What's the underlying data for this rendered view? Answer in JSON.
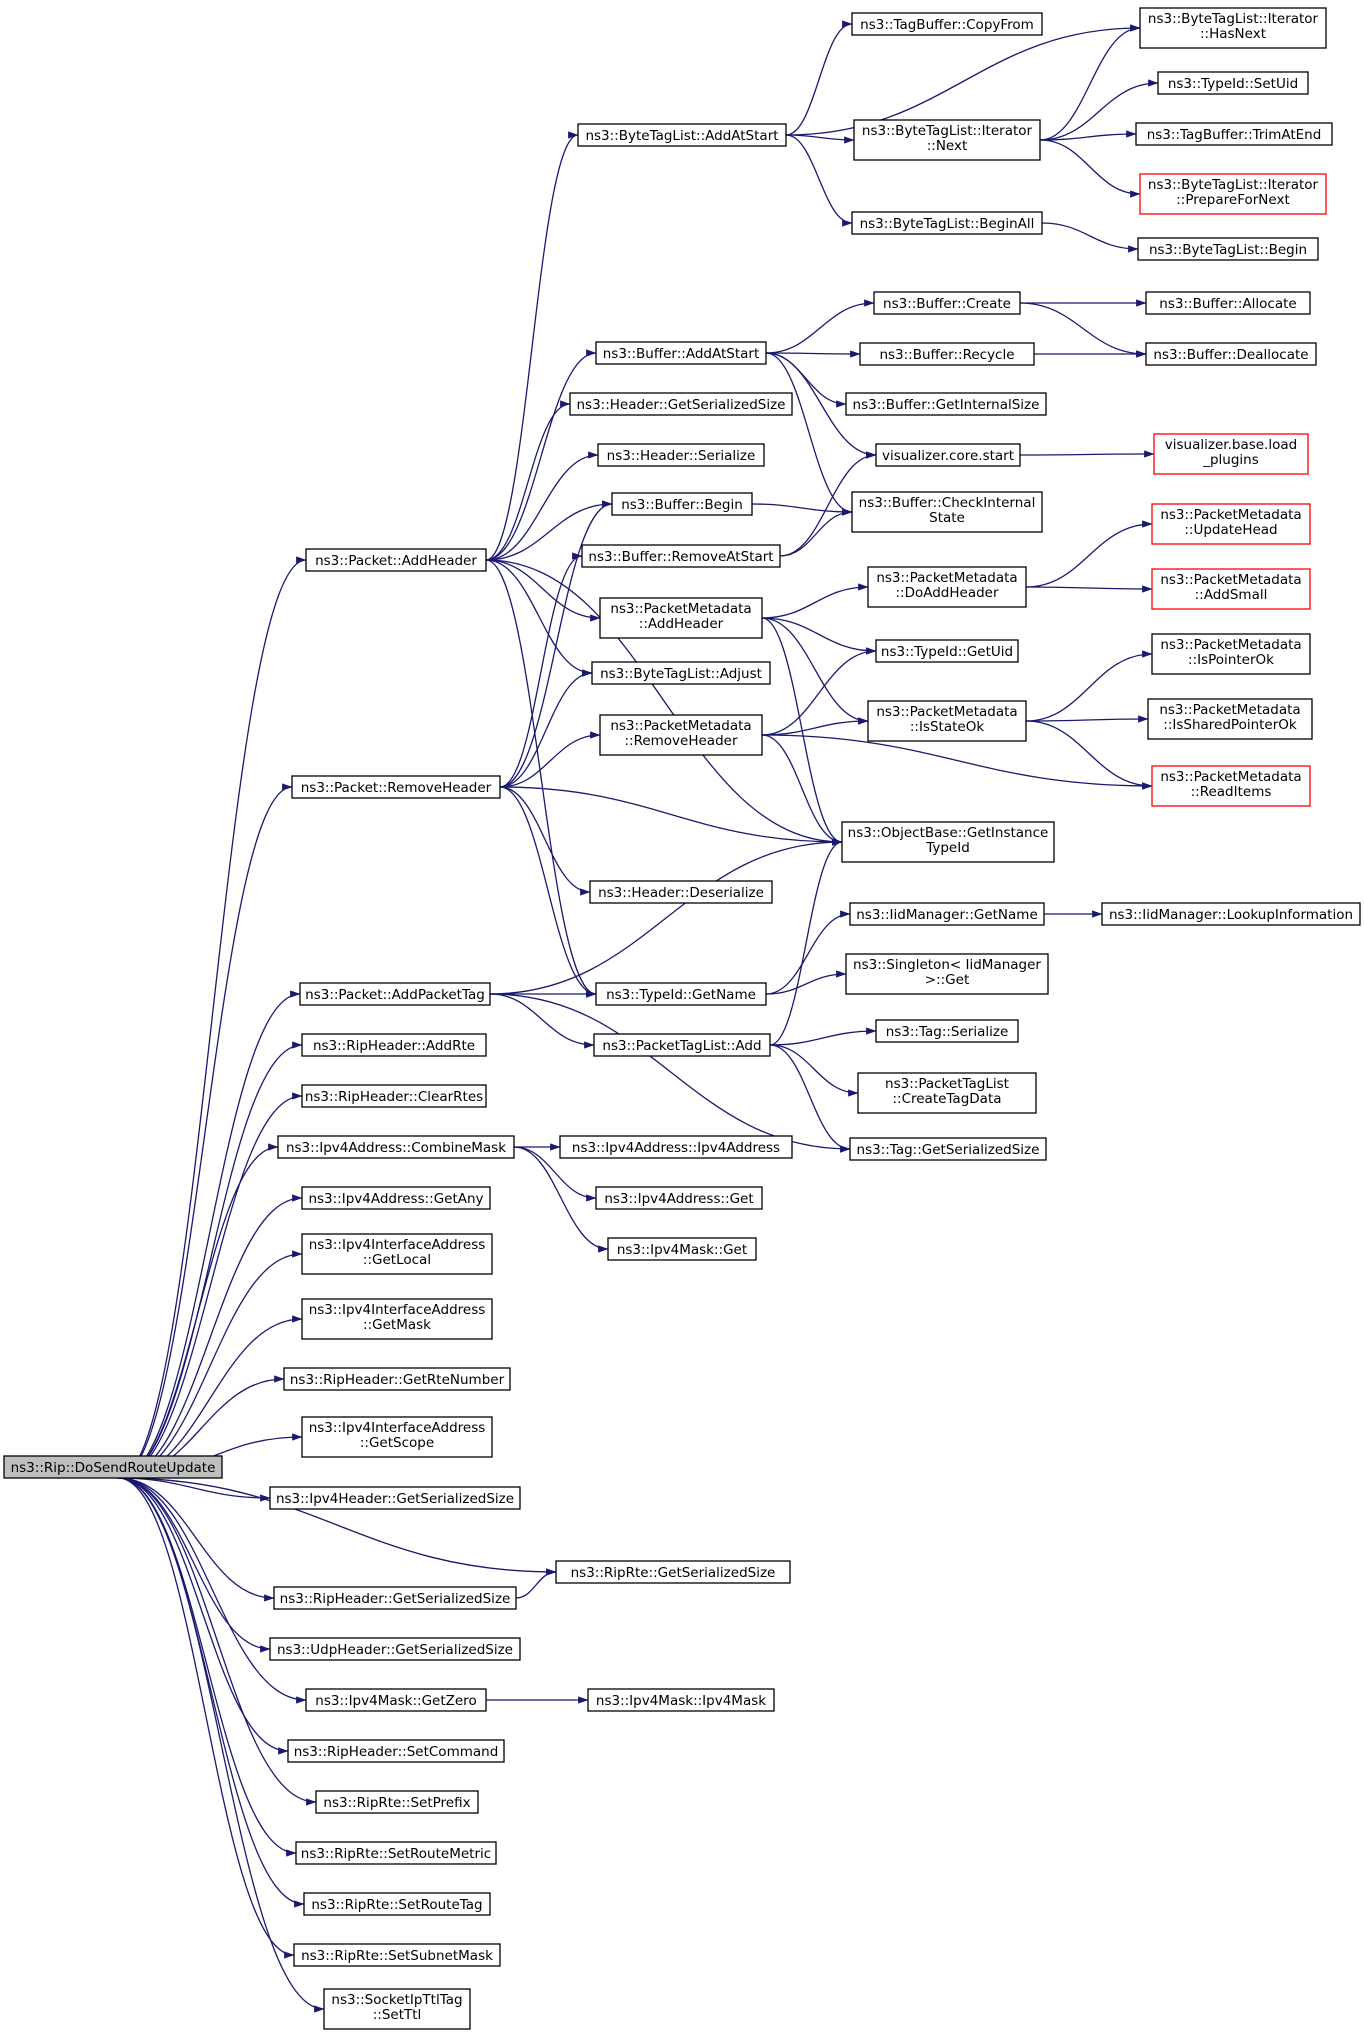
{
  "graph": {
    "colors": {
      "edge": "#191970",
      "node_border": "#000000",
      "incomplete_node_border": "#ff0000",
      "root_fill": "#bfbfbf"
    },
    "nodes": [
      {
        "id": "n0",
        "lines": [
          "ns3::Rip::DoSendRouteUpdate"
        ],
        "root": true
      },
      {
        "id": "n1",
        "lines": [
          "ns3::Packet::AddHeader"
        ]
      },
      {
        "id": "n2",
        "lines": [
          "ns3::Packet::RemoveHeader"
        ]
      },
      {
        "id": "n3",
        "lines": [
          "ns3::Packet::AddPacketTag"
        ]
      },
      {
        "id": "n4",
        "lines": [
          "ns3::RipHeader::AddRte"
        ]
      },
      {
        "id": "n5",
        "lines": [
          "ns3::RipHeader::ClearRtes"
        ]
      },
      {
        "id": "n6",
        "lines": [
          "ns3::Ipv4Address::CombineMask"
        ]
      },
      {
        "id": "n7",
        "lines": [
          "ns3::Ipv4Address::GetAny"
        ]
      },
      {
        "id": "n8",
        "lines": [
          "ns3::Ipv4InterfaceAddress",
          "::GetLocal"
        ]
      },
      {
        "id": "n9",
        "lines": [
          "ns3::Ipv4InterfaceAddress",
          "::GetMask"
        ]
      },
      {
        "id": "n10",
        "lines": [
          "ns3::RipHeader::GetRteNumber"
        ]
      },
      {
        "id": "n11",
        "lines": [
          "ns3::Ipv4InterfaceAddress",
          "::GetScope"
        ]
      },
      {
        "id": "n12",
        "lines": [
          "ns3::Ipv4Header::GetSerializedSize"
        ]
      },
      {
        "id": "n13",
        "lines": [
          "ns3::RipHeader::GetSerializedSize"
        ]
      },
      {
        "id": "n14",
        "lines": [
          "ns3::UdpHeader::GetSerializedSize"
        ]
      },
      {
        "id": "n15",
        "lines": [
          "ns3::Ipv4Mask::GetZero"
        ]
      },
      {
        "id": "n16",
        "lines": [
          "ns3::RipHeader::SetCommand"
        ]
      },
      {
        "id": "n17",
        "lines": [
          "ns3::RipRte::SetPrefix"
        ]
      },
      {
        "id": "n18",
        "lines": [
          "ns3::RipRte::SetRouteMetric"
        ]
      },
      {
        "id": "n19",
        "lines": [
          "ns3::RipRte::SetRouteTag"
        ]
      },
      {
        "id": "n20",
        "lines": [
          "ns3::RipRte::SetSubnetMask"
        ]
      },
      {
        "id": "n21",
        "lines": [
          "ns3::SocketIpTtlTag",
          "::SetTtl"
        ]
      },
      {
        "id": "n22",
        "lines": [
          "ns3::ByteTagList::AddAtStart"
        ]
      },
      {
        "id": "n23",
        "lines": [
          "ns3::Buffer::AddAtStart"
        ]
      },
      {
        "id": "n24",
        "lines": [
          "ns3::Header::GetSerializedSize"
        ]
      },
      {
        "id": "n25",
        "lines": [
          "ns3::Header::Serialize"
        ]
      },
      {
        "id": "n26",
        "lines": [
          "ns3::Buffer::Begin"
        ]
      },
      {
        "id": "n27",
        "lines": [
          "ns3::Buffer::RemoveAtStart"
        ]
      },
      {
        "id": "n28",
        "lines": [
          "ns3::PacketMetadata",
          "::AddHeader"
        ]
      },
      {
        "id": "n29",
        "lines": [
          "ns3::ByteTagList::Adjust"
        ]
      },
      {
        "id": "n30",
        "lines": [
          "ns3::PacketMetadata",
          "::RemoveHeader"
        ]
      },
      {
        "id": "n31",
        "lines": [
          "ns3::Header::Deserialize"
        ]
      },
      {
        "id": "n32",
        "lines": [
          "ns3::TypeId::GetName"
        ]
      },
      {
        "id": "n33",
        "lines": [
          "ns3::PacketTagList::Add"
        ]
      },
      {
        "id": "n34",
        "lines": [
          "ns3::Ipv4Address::Ipv4Address"
        ]
      },
      {
        "id": "n35",
        "lines": [
          "ns3::Ipv4Address::Get"
        ]
      },
      {
        "id": "n36",
        "lines": [
          "ns3::Ipv4Mask::Get"
        ]
      },
      {
        "id": "n37",
        "lines": [
          "ns3::RipRte::GetSerializedSize"
        ]
      },
      {
        "id": "n38",
        "lines": [
          "ns3::Ipv4Mask::Ipv4Mask"
        ]
      },
      {
        "id": "n39",
        "lines": [
          "ns3::TagBuffer::CopyFrom"
        ]
      },
      {
        "id": "n40",
        "lines": [
          "ns3::ByteTagList::Iterator",
          "::Next"
        ]
      },
      {
        "id": "n41",
        "lines": [
          "ns3::ByteTagList::BeginAll"
        ]
      },
      {
        "id": "n42",
        "lines": [
          "ns3::Buffer::Create"
        ]
      },
      {
        "id": "n43",
        "lines": [
          "ns3::Buffer::Recycle"
        ]
      },
      {
        "id": "n44",
        "lines": [
          "ns3::Buffer::GetInternalSize"
        ]
      },
      {
        "id": "n45",
        "lines": [
          "visualizer.core.start"
        ]
      },
      {
        "id": "n46",
        "lines": [
          "ns3::Buffer::CheckInternal",
          "State"
        ]
      },
      {
        "id": "n47",
        "lines": [
          "ns3::PacketMetadata",
          "::DoAddHeader"
        ]
      },
      {
        "id": "n48",
        "lines": [
          "ns3::TypeId::GetUid"
        ]
      },
      {
        "id": "n49",
        "lines": [
          "ns3::PacketMetadata",
          "::IsStateOk"
        ]
      },
      {
        "id": "n50",
        "lines": [
          "ns3::ObjectBase::GetInstance",
          "TypeId"
        ]
      },
      {
        "id": "n51",
        "lines": [
          "ns3::IidManager::GetName"
        ]
      },
      {
        "id": "n52",
        "lines": [
          "ns3::Singleton< IidManager",
          " >::Get"
        ]
      },
      {
        "id": "n53",
        "lines": [
          "ns3::Tag::Serialize"
        ]
      },
      {
        "id": "n54",
        "lines": [
          "ns3::PacketTagList",
          "::CreateTagData"
        ]
      },
      {
        "id": "n55",
        "lines": [
          "ns3::Tag::GetSerializedSize"
        ]
      },
      {
        "id": "n56",
        "lines": [
          "ns3::ByteTagList::Iterator",
          "::HasNext"
        ]
      },
      {
        "id": "n57",
        "lines": [
          "ns3::TypeId::SetUid"
        ]
      },
      {
        "id": "n58",
        "lines": [
          "ns3::TagBuffer::TrimAtEnd"
        ]
      },
      {
        "id": "n59",
        "lines": [
          "ns3::ByteTagList::Iterator",
          "::PrepareForNext"
        ],
        "incomplete": true
      },
      {
        "id": "n60",
        "lines": [
          "ns3::ByteTagList::Begin"
        ]
      },
      {
        "id": "n61",
        "lines": [
          "ns3::Buffer::Allocate"
        ]
      },
      {
        "id": "n62",
        "lines": [
          "ns3::Buffer::Deallocate"
        ]
      },
      {
        "id": "n63",
        "lines": [
          "visualizer.base.load",
          "_plugins"
        ],
        "incomplete": true
      },
      {
        "id": "n64",
        "lines": [
          "ns3::PacketMetadata",
          "::UpdateHead"
        ],
        "incomplete": true
      },
      {
        "id": "n65",
        "lines": [
          "ns3::PacketMetadata",
          "::AddSmall"
        ],
        "incomplete": true
      },
      {
        "id": "n66",
        "lines": [
          "ns3::PacketMetadata",
          "::IsPointerOk"
        ]
      },
      {
        "id": "n67",
        "lines": [
          "ns3::PacketMetadata",
          "::IsSharedPointerOk"
        ]
      },
      {
        "id": "n68",
        "lines": [
          "ns3::PacketMetadata",
          "::ReadItems"
        ],
        "incomplete": true
      },
      {
        "id": "n69",
        "lines": [
          "ns3::IidManager::LookupInformation"
        ]
      }
    ],
    "edges": [
      [
        "n0",
        "n1"
      ],
      [
        "n0",
        "n2"
      ],
      [
        "n0",
        "n3"
      ],
      [
        "n0",
        "n4"
      ],
      [
        "n0",
        "n5"
      ],
      [
        "n0",
        "n6"
      ],
      [
        "n0",
        "n7"
      ],
      [
        "n0",
        "n8"
      ],
      [
        "n0",
        "n9"
      ],
      [
        "n0",
        "n10"
      ],
      [
        "n0",
        "n11"
      ],
      [
        "n0",
        "n12"
      ],
      [
        "n0",
        "n37"
      ],
      [
        "n0",
        "n13"
      ],
      [
        "n0",
        "n14"
      ],
      [
        "n0",
        "n15"
      ],
      [
        "n0",
        "n16"
      ],
      [
        "n0",
        "n17"
      ],
      [
        "n0",
        "n18"
      ],
      [
        "n0",
        "n19"
      ],
      [
        "n0",
        "n20"
      ],
      [
        "n0",
        "n21"
      ],
      [
        "n1",
        "n22"
      ],
      [
        "n1",
        "n23"
      ],
      [
        "n1",
        "n24"
      ],
      [
        "n1",
        "n25"
      ],
      [
        "n1",
        "n26"
      ],
      [
        "n1",
        "n28"
      ],
      [
        "n1",
        "n29"
      ],
      [
        "n1",
        "n50"
      ],
      [
        "n1",
        "n32"
      ],
      [
        "n2",
        "n27"
      ],
      [
        "n2",
        "n26"
      ],
      [
        "n2",
        "n29"
      ],
      [
        "n2",
        "n30"
      ],
      [
        "n2",
        "n31"
      ],
      [
        "n2",
        "n50"
      ],
      [
        "n2",
        "n32"
      ],
      [
        "n3",
        "n50"
      ],
      [
        "n3",
        "n32"
      ],
      [
        "n3",
        "n33"
      ],
      [
        "n3",
        "n55"
      ],
      [
        "n6",
        "n34"
      ],
      [
        "n6",
        "n35"
      ],
      [
        "n6",
        "n36"
      ],
      [
        "n13",
        "n37"
      ],
      [
        "n15",
        "n38"
      ],
      [
        "n22",
        "n39"
      ],
      [
        "n22",
        "n56"
      ],
      [
        "n22",
        "n40"
      ],
      [
        "n22",
        "n41"
      ],
      [
        "n40",
        "n56"
      ],
      [
        "n40",
        "n57"
      ],
      [
        "n40",
        "n58"
      ],
      [
        "n40",
        "n59"
      ],
      [
        "n41",
        "n60"
      ],
      [
        "n23",
        "n42"
      ],
      [
        "n23",
        "n43"
      ],
      [
        "n23",
        "n44"
      ],
      [
        "n23",
        "n45"
      ],
      [
        "n23",
        "n46"
      ],
      [
        "n42",
        "n61"
      ],
      [
        "n42",
        "n62"
      ],
      [
        "n43",
        "n62"
      ],
      [
        "n45",
        "n63"
      ],
      [
        "n26",
        "n46"
      ],
      [
        "n27",
        "n45"
      ],
      [
        "n27",
        "n46"
      ],
      [
        "n28",
        "n47"
      ],
      [
        "n28",
        "n48"
      ],
      [
        "n28",
        "n49"
      ],
      [
        "n28",
        "n50"
      ],
      [
        "n47",
        "n64"
      ],
      [
        "n47",
        "n65"
      ],
      [
        "n30",
        "n48"
      ],
      [
        "n30",
        "n49"
      ],
      [
        "n30",
        "n68"
      ],
      [
        "n30",
        "n50"
      ],
      [
        "n49",
        "n66"
      ],
      [
        "n49",
        "n67"
      ],
      [
        "n49",
        "n68"
      ],
      [
        "n32",
        "n51"
      ],
      [
        "n32",
        "n52"
      ],
      [
        "n51",
        "n69"
      ],
      [
        "n33",
        "n53"
      ],
      [
        "n33",
        "n54"
      ],
      [
        "n33",
        "n55"
      ],
      [
        "n33",
        "n50"
      ]
    ]
  }
}
